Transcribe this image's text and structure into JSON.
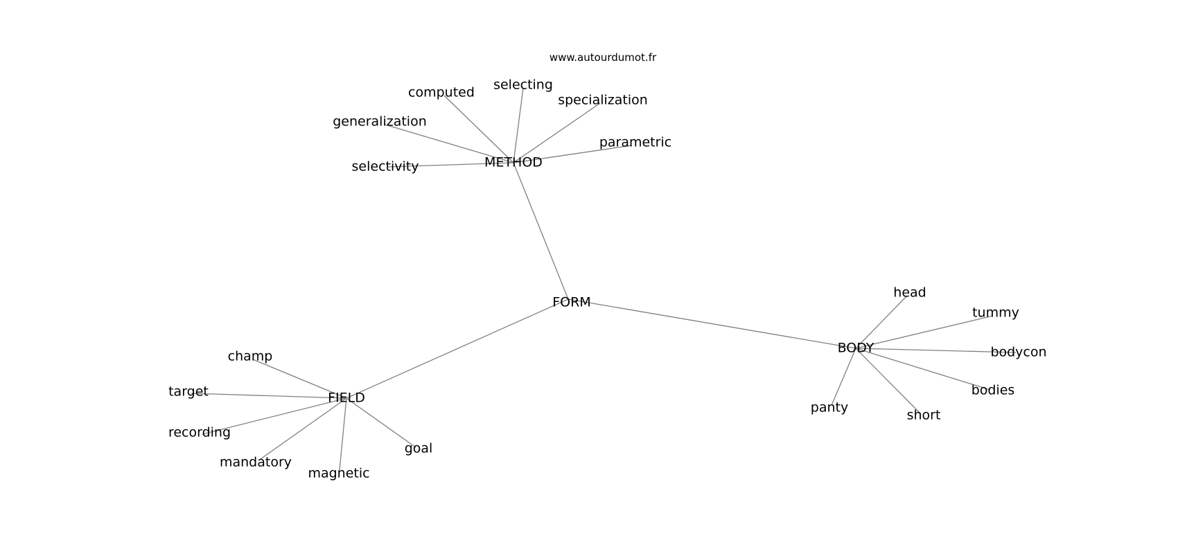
{
  "watermark": "www.autourdumot.fr",
  "colors": {
    "edge": "#808080",
    "text": "#000000",
    "background": "#ffffff"
  },
  "graph": {
    "nodes": [
      {
        "id": "form",
        "label": "FORM"
      },
      {
        "id": "method",
        "label": "METHOD"
      },
      {
        "id": "field",
        "label": "FIELD"
      },
      {
        "id": "body",
        "label": "BODY"
      },
      {
        "id": "computed",
        "label": "computed"
      },
      {
        "id": "selecting",
        "label": "selecting"
      },
      {
        "id": "specialization",
        "label": "specialization"
      },
      {
        "id": "generalization",
        "label": "generalization"
      },
      {
        "id": "parametric",
        "label": "parametric"
      },
      {
        "id": "selectivity",
        "label": "selectivity"
      },
      {
        "id": "champ",
        "label": "champ"
      },
      {
        "id": "target",
        "label": "target"
      },
      {
        "id": "recording",
        "label": "recording"
      },
      {
        "id": "mandatory",
        "label": "mandatory"
      },
      {
        "id": "magnetic",
        "label": "magnetic"
      },
      {
        "id": "goal",
        "label": "goal"
      },
      {
        "id": "head",
        "label": "head"
      },
      {
        "id": "tummy",
        "label": "tummy"
      },
      {
        "id": "bodycon",
        "label": "bodycon"
      },
      {
        "id": "bodies",
        "label": "bodies"
      },
      {
        "id": "short",
        "label": "short"
      },
      {
        "id": "panty",
        "label": "panty"
      }
    ],
    "edges": [
      [
        "form",
        "method"
      ],
      [
        "form",
        "field"
      ],
      [
        "form",
        "body"
      ],
      [
        "method",
        "computed"
      ],
      [
        "method",
        "selecting"
      ],
      [
        "method",
        "specialization"
      ],
      [
        "method",
        "generalization"
      ],
      [
        "method",
        "parametric"
      ],
      [
        "method",
        "selectivity"
      ],
      [
        "field",
        "champ"
      ],
      [
        "field",
        "target"
      ],
      [
        "field",
        "recording"
      ],
      [
        "field",
        "mandatory"
      ],
      [
        "field",
        "magnetic"
      ],
      [
        "field",
        "goal"
      ],
      [
        "body",
        "head"
      ],
      [
        "body",
        "tummy"
      ],
      [
        "body",
        "bodycon"
      ],
      [
        "body",
        "bodies"
      ],
      [
        "body",
        "short"
      ],
      [
        "body",
        "panty"
      ]
    ]
  }
}
